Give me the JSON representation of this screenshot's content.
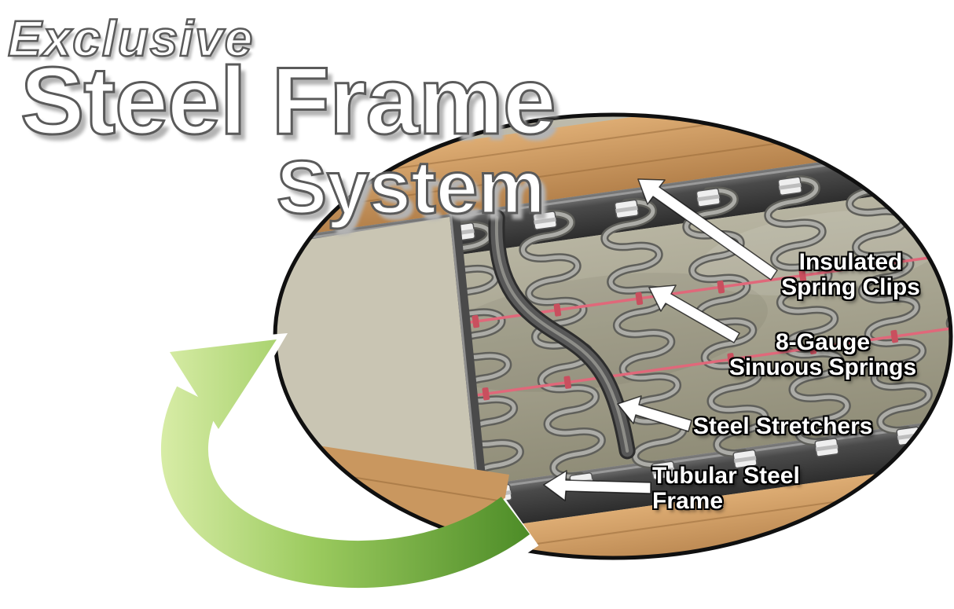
{
  "title": {
    "exclusive": "Exclusive",
    "main": "Steel Frame",
    "sub": "System"
  },
  "callouts": {
    "spring_clips": {
      "line1": "Insulated",
      "line2": "Spring Clips"
    },
    "sinuous_springs": {
      "line1": "8-Gauge",
      "line2": "Sinuous Springs"
    },
    "steel_stretchers": {
      "line1": "Steel Stretchers"
    },
    "tubular_frame": {
      "line1": "Tubular Steel",
      "line2": "Frame"
    }
  },
  "colors": {
    "background": "#ffffff",
    "headline_text": "#ffffff",
    "headline_outline": "#5a5a5a",
    "callout_text": "#ffffff",
    "callout_outline": "#000000",
    "ellipse_border": "#101010",
    "green_arrow_light": "#d9eda8",
    "green_arrow_dark": "#4e8d28",
    "wood_tan": "#cf9d66",
    "steel_rail_gray": "#474747",
    "spring_wire_gray": "#9b9b9b",
    "spring_wire_red": "#d8566a",
    "deck_khaki": "#a8a592"
  }
}
